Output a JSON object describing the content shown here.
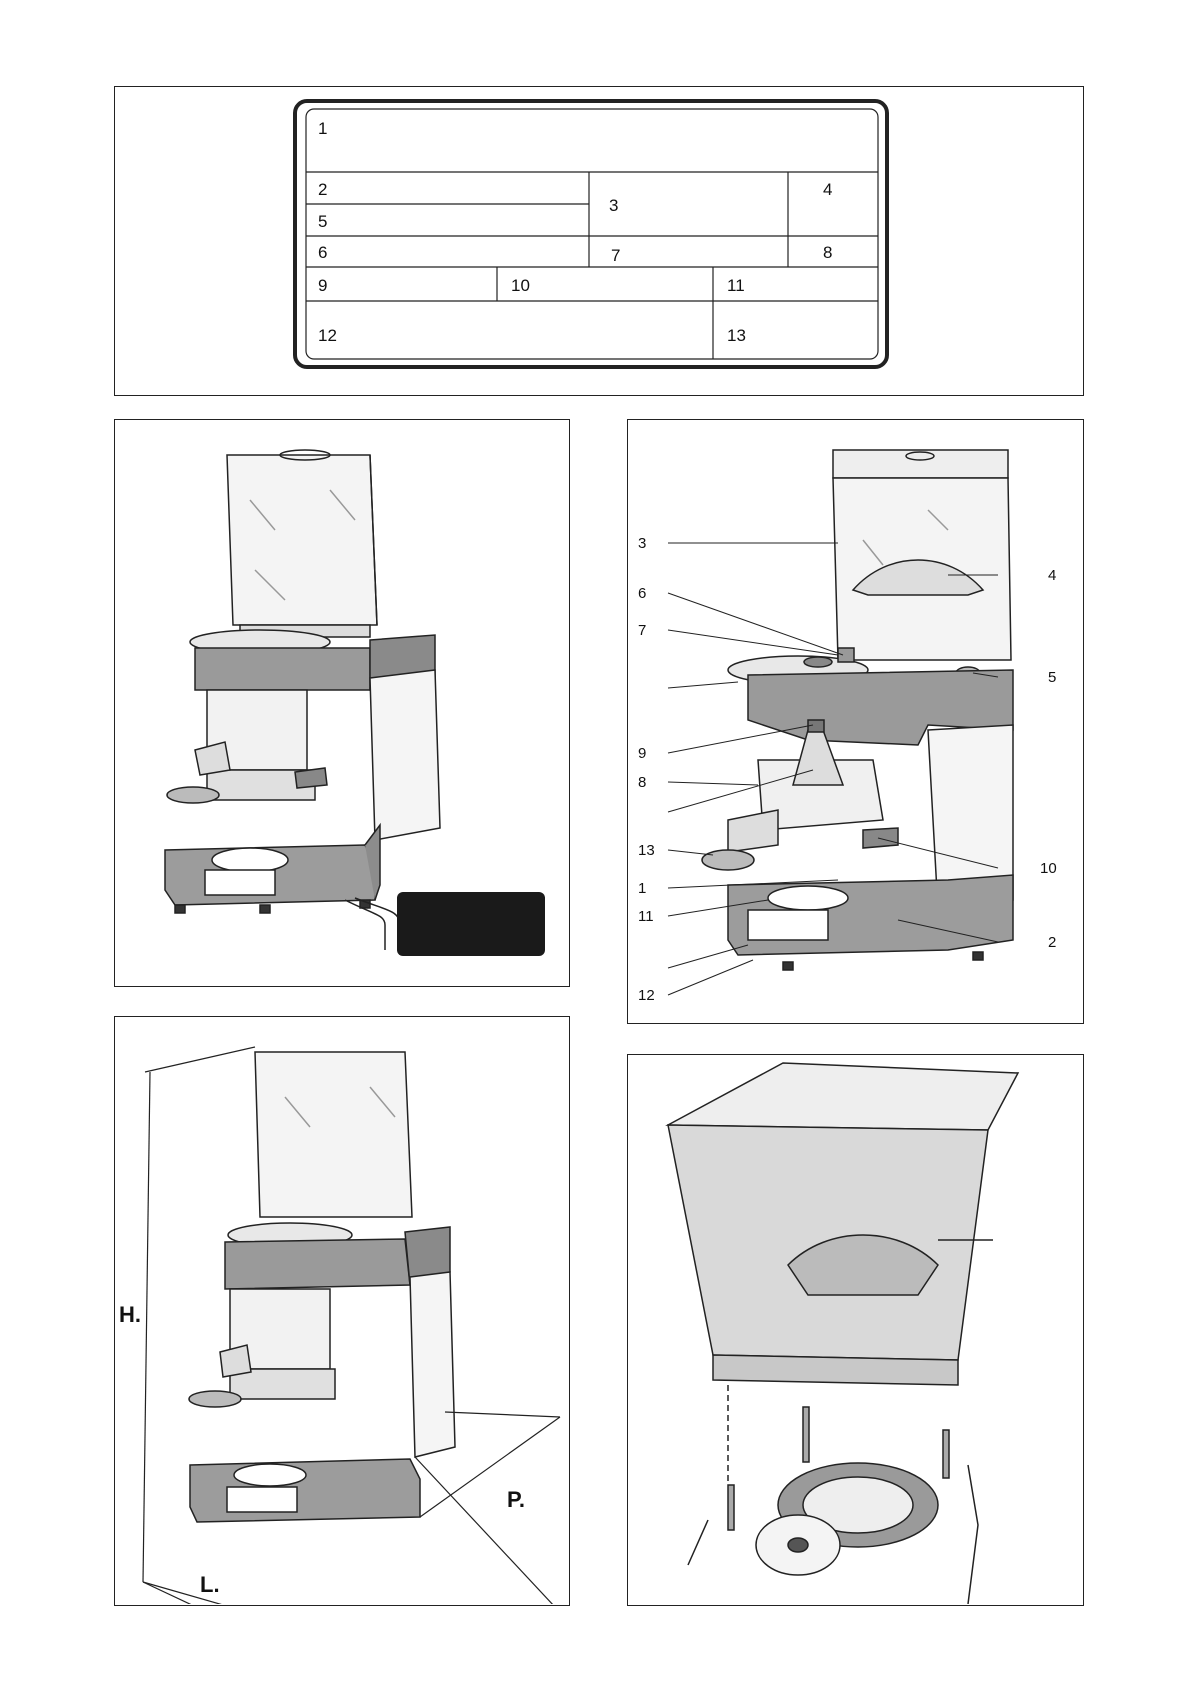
{
  "rating_plate": {
    "fields": [
      "1",
      "2",
      "3",
      "4",
      "5",
      "6",
      "7",
      "8",
      "9",
      "10",
      "11",
      "12",
      "13"
    ]
  },
  "exploded_view": {
    "callouts": [
      "3",
      "4",
      "6",
      "7",
      "5",
      "9",
      "8",
      "13",
      "10",
      "1",
      "11",
      "2",
      "12"
    ]
  },
  "dimensions": {
    "height": "H.",
    "width": "L.",
    "depth": "P."
  },
  "colors": {
    "line": "#222222",
    "shade": "#9a9a9a",
    "dark": "#1a1a1a",
    "hopper_tint": "#d9d9d9"
  }
}
